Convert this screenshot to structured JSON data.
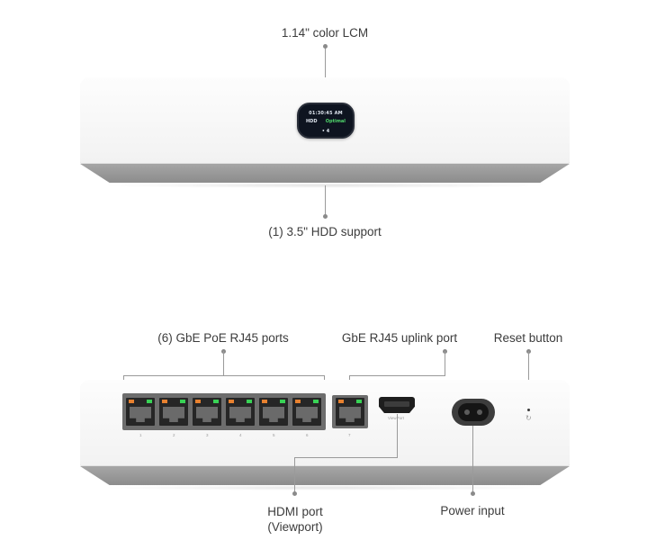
{
  "top_view": {
    "lcm_label": "1.14\" color LCM",
    "hdd_label": "(1) 3.5\" HDD support",
    "screen": {
      "time": "01:30:45 AM",
      "hdd_text": "HDD",
      "status_text": "Optimal",
      "count_text": "• 4"
    }
  },
  "back_view": {
    "poe_label": "(6) GbE PoE RJ45 ports",
    "uplink_label": "GbE RJ45 uplink port",
    "reset_label": "Reset button",
    "hdmi_label_line1": "HDMI port",
    "hdmi_label_line2": "(Viewport)",
    "power_label": "Power input",
    "viewport_text": "ViewPort",
    "port_numbers": [
      "1",
      "2",
      "3",
      "4",
      "5",
      "6",
      "7"
    ],
    "reset_glyph": "↻"
  },
  "colors": {
    "led_orange": "#e7812f",
    "led_green": "#38d255",
    "lcm_status_green": "#4fd56b"
  }
}
